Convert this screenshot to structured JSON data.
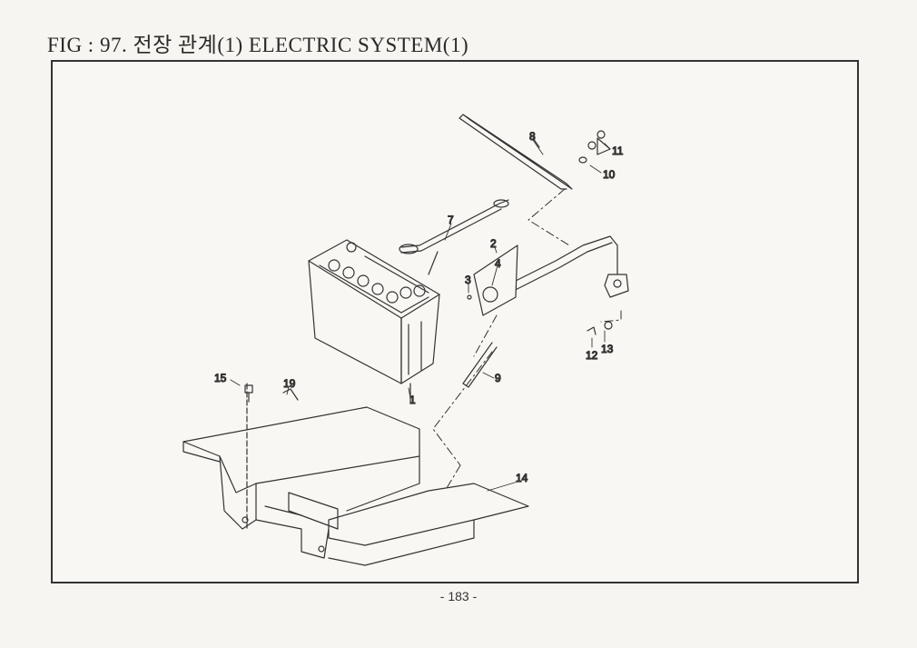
{
  "title": "FIG : 97. 전장 관계(1) ELECTRIC SYSTEM(1)",
  "page_number": "-  183  -",
  "callouts": {
    "p1": "1",
    "p2": "2",
    "p3": "3",
    "p4": "4",
    "p7": "7",
    "p8": "8",
    "p9": "9",
    "p10": "10",
    "p11": "11",
    "p12": "12",
    "p13": "13",
    "p14": "14",
    "p15": "15",
    "p19": "19"
  }
}
